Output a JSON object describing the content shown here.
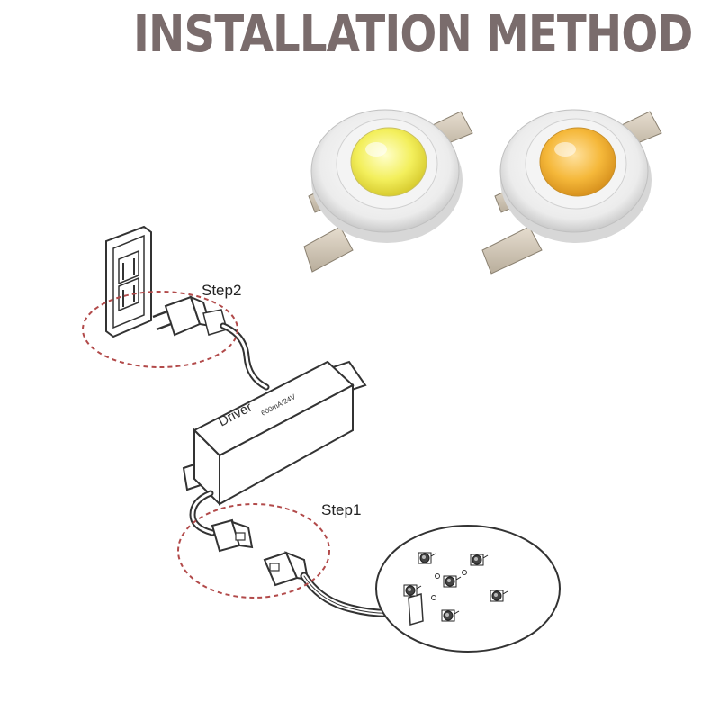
{
  "title": "INSTALLATION METHOD",
  "steps": [
    {
      "label": "Step2"
    },
    {
      "label": "Step1"
    }
  ],
  "driver": {
    "brand": "Driver",
    "rating": "600mA/24V"
  },
  "led_chips": [
    {
      "name": "white-led-chip",
      "lens_color": "#f3ef5c"
    },
    {
      "name": "warm-white-led-chip",
      "lens_color": "#f5b83a"
    }
  ],
  "colors": {
    "title": "#7a6c6c",
    "circle_dash": "#b24a4a",
    "line": "#333333"
  }
}
